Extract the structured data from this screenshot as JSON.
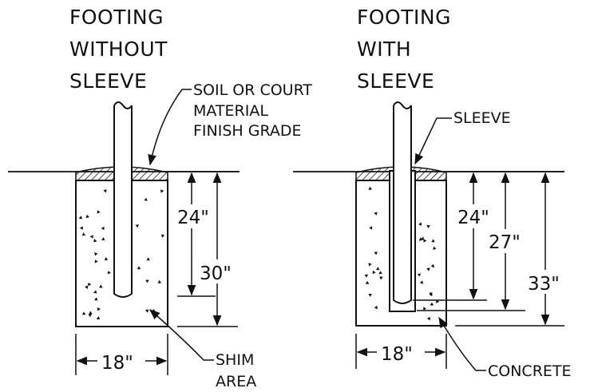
{
  "left": {
    "title": [
      "FOOTING",
      "WITHOUT",
      "SLEEVE"
    ],
    "callout_soil": [
      "SOIL OR COURT",
      "MATERIAL",
      "FINISH GRADE"
    ],
    "callout_shim": [
      "SHIM",
      "AREA"
    ],
    "dim_depth_inner": "24\"",
    "dim_depth_outer": "30\"",
    "dim_width": "18\""
  },
  "right": {
    "title": [
      "FOOTING",
      "WITH",
      "SLEEVE"
    ],
    "callout_sleeve": "SLEEVE",
    "callout_concrete": "CONCRETE",
    "dim_depth_inner": "24\"",
    "dim_depth_mid": "27\"",
    "dim_depth_outer": "33\"",
    "dim_width": "18\""
  }
}
